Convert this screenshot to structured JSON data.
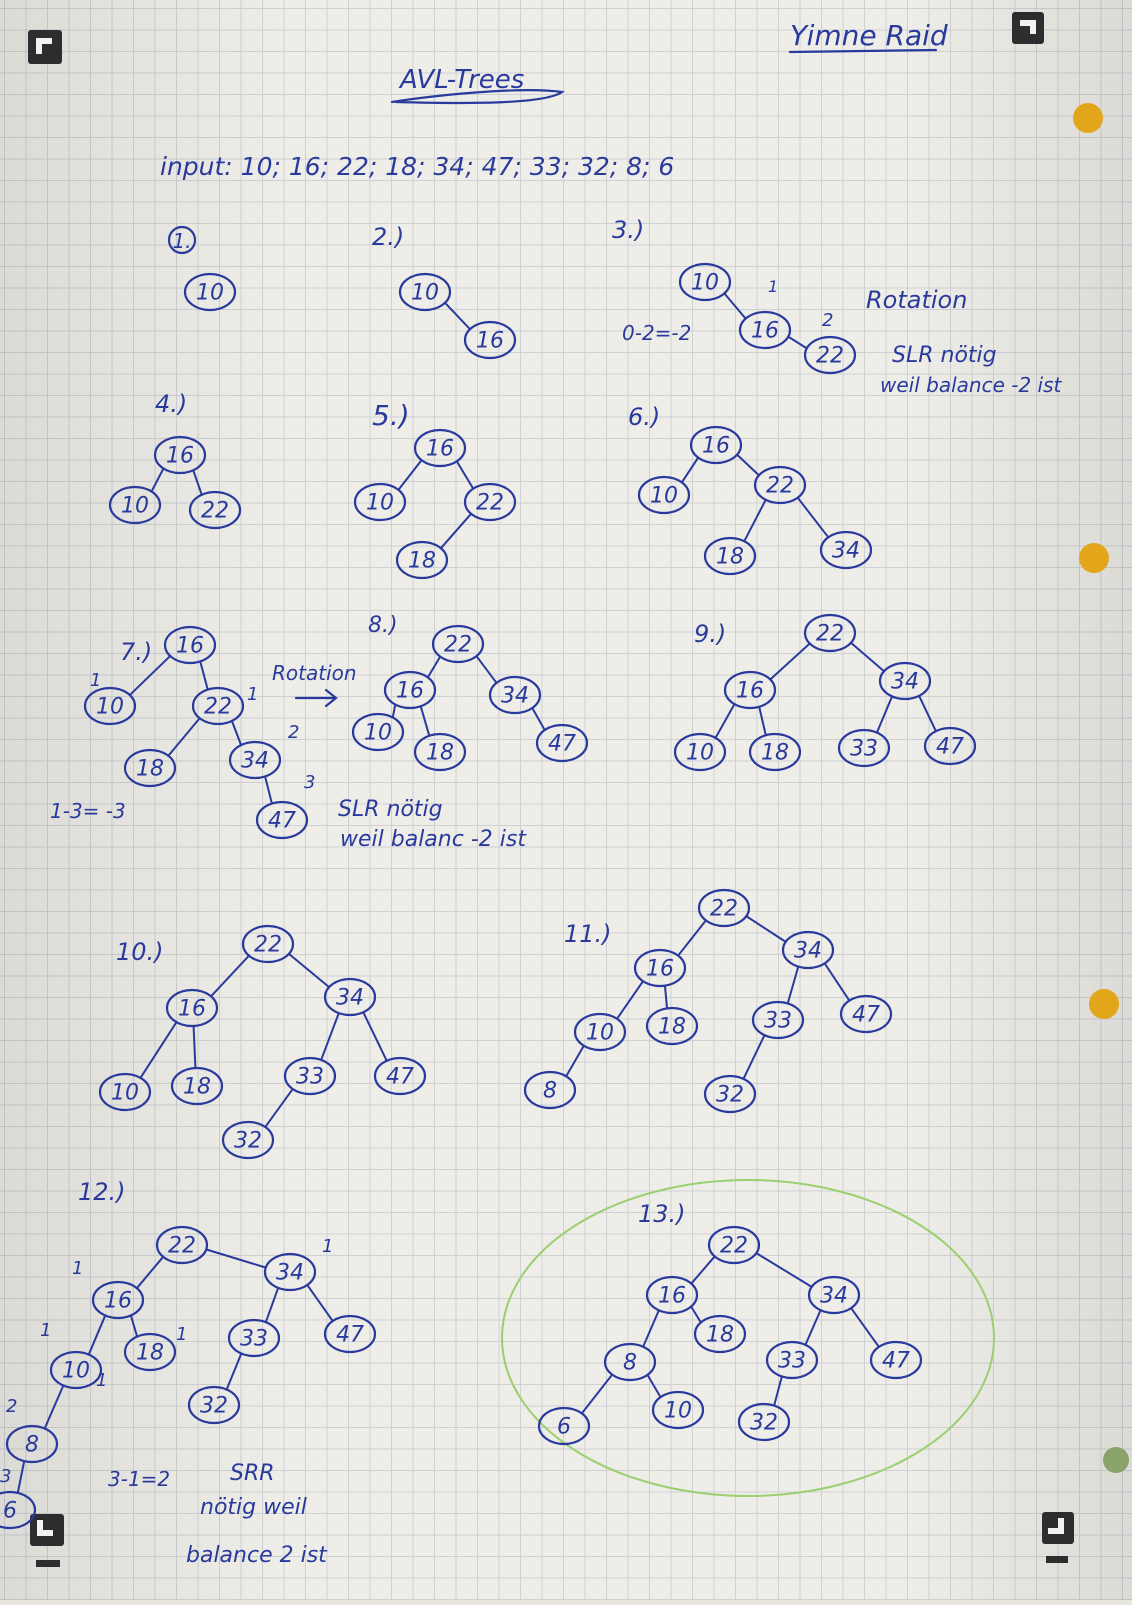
{
  "author": "Yimne Raid",
  "title": "AVL-Trees",
  "input_line": "input: 10; 16; 22; 18; 34; 47; 33; 32; 8; 6",
  "steps": [
    {
      "label": "1.",
      "nodes": [
        "10"
      ]
    },
    {
      "label": "2.)",
      "nodes": [
        "10",
        "16"
      ]
    },
    {
      "label": "3.)",
      "nodes": [
        "10",
        "16",
        "22"
      ],
      "calc": "0-2=-2",
      "balances": [
        "1",
        "2"
      ],
      "note_lines": [
        "Rotation",
        "SLR nötig",
        "weil balance -2 ist"
      ]
    },
    {
      "label": "4.)",
      "nodes": [
        "16",
        "10",
        "22"
      ]
    },
    {
      "label": "5.)",
      "nodes": [
        "16",
        "10",
        "22",
        "18"
      ]
    },
    {
      "label": "6.)",
      "nodes": [
        "16",
        "10",
        "22",
        "18",
        "34"
      ]
    },
    {
      "label": "7.)",
      "nodes": [
        "16",
        "10",
        "22",
        "18",
        "34",
        "47"
      ],
      "balances": [
        "1",
        "1",
        "2",
        "3"
      ],
      "calc": "1-3= -3",
      "arrow_label": "Rotation",
      "note_lines": [
        "SLR nötig",
        "weil balanc -2 ist"
      ]
    },
    {
      "label": "8.)",
      "nodes": [
        "22",
        "16",
        "34",
        "10",
        "18",
        "47"
      ]
    },
    {
      "label": "9.)",
      "nodes": [
        "22",
        "16",
        "34",
        "10",
        "18",
        "33",
        "47"
      ]
    },
    {
      "label": "10.)",
      "nodes": [
        "22",
        "16",
        "34",
        "10",
        "18",
        "33",
        "47",
        "32"
      ]
    },
    {
      "label": "11.)",
      "nodes": [
        "22",
        "16",
        "34",
        "10",
        "18",
        "33",
        "47",
        "8",
        "32"
      ]
    },
    {
      "label": "12.)",
      "nodes": [
        "22",
        "16",
        "34",
        "18",
        "33",
        "47",
        "10",
        "32",
        "8",
        "6"
      ],
      "balances": [
        "1",
        "1",
        "1",
        "1",
        "1",
        "2",
        "3"
      ],
      "calc": "3-1=2",
      "note_lines": [
        "SRR",
        "nötig weil",
        "balance 2 ist"
      ]
    },
    {
      "label": "13.)",
      "nodes": [
        "22",
        "16",
        "34",
        "8",
        "18",
        "33",
        "47",
        "6",
        "10",
        "32"
      ]
    }
  ],
  "colors": {
    "ink": "#2a3a9c",
    "paper": "#eeede8",
    "grid": "#cdd1d4",
    "hole": "#e3a51a",
    "green": "#9ccf6f",
    "marker": "#2e2c2e"
  }
}
